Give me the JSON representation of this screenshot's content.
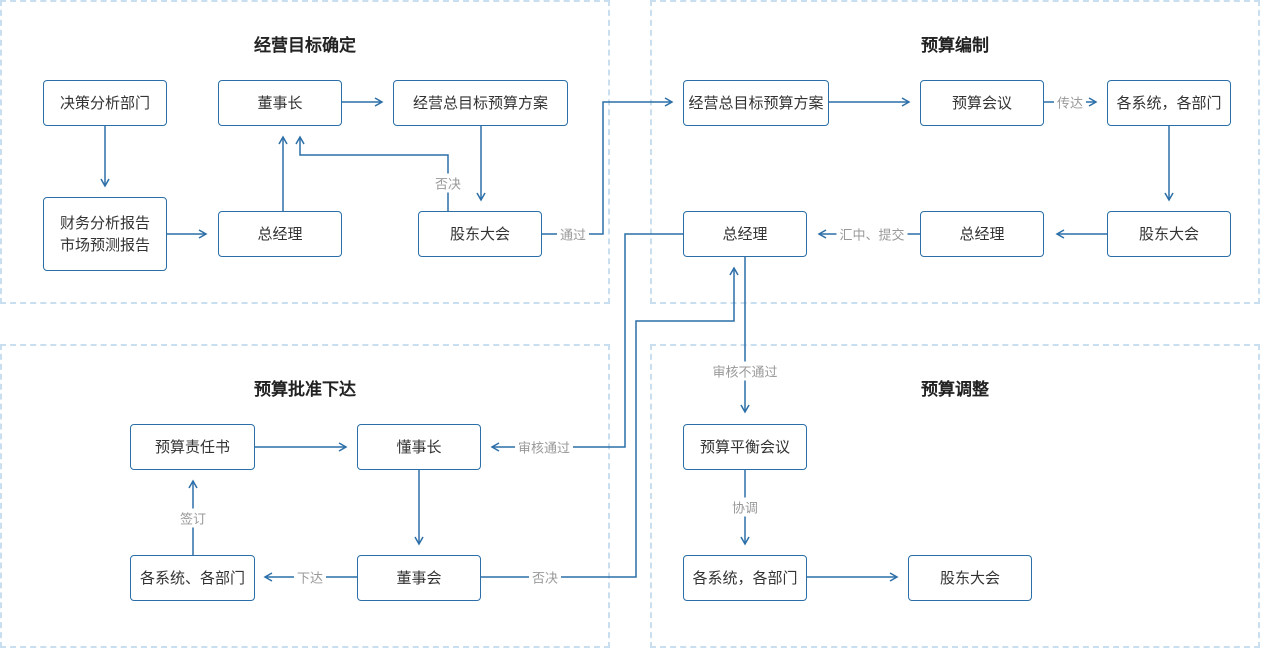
{
  "panels": [
    {
      "id": "p1",
      "title": "经营目标确定"
    },
    {
      "id": "p2",
      "title": "预算编制"
    },
    {
      "id": "p3",
      "title": "预算批准下达"
    },
    {
      "id": "p4",
      "title": "预算调整"
    }
  ],
  "nodes": {
    "a1": "决策分析部门",
    "a2": "财务分析报告\n市场预测报告",
    "a3": "董事长",
    "a4": "总经理",
    "a5": "经营总目标预算方案",
    "a6": "股东大会",
    "b1": "经营总目标预算方案",
    "b2": "预算会议",
    "b3": "各系统，各部门",
    "b4": "股东大会",
    "b5": "总经理",
    "b6": "总经理",
    "c1": "预算责任书",
    "c2": "懂事长",
    "c3": "董事会",
    "c4": "各系统、各部门",
    "d1": "预算平衡会议",
    "d2": "各系统，各部门",
    "d3": "股东大会"
  },
  "edge_labels": {
    "veto1": "否决",
    "pass": "通过",
    "relay": "传达",
    "summary": "汇中、提交",
    "review_pass": "审核通过",
    "review_fail": "审核不通过",
    "coordinate": "协调",
    "sign": "签订",
    "issue": "下达",
    "veto2": "否决"
  },
  "colors": {
    "line": "#2c6fa8",
    "panel_border": "#c9dff0",
    "label": "#999999"
  }
}
